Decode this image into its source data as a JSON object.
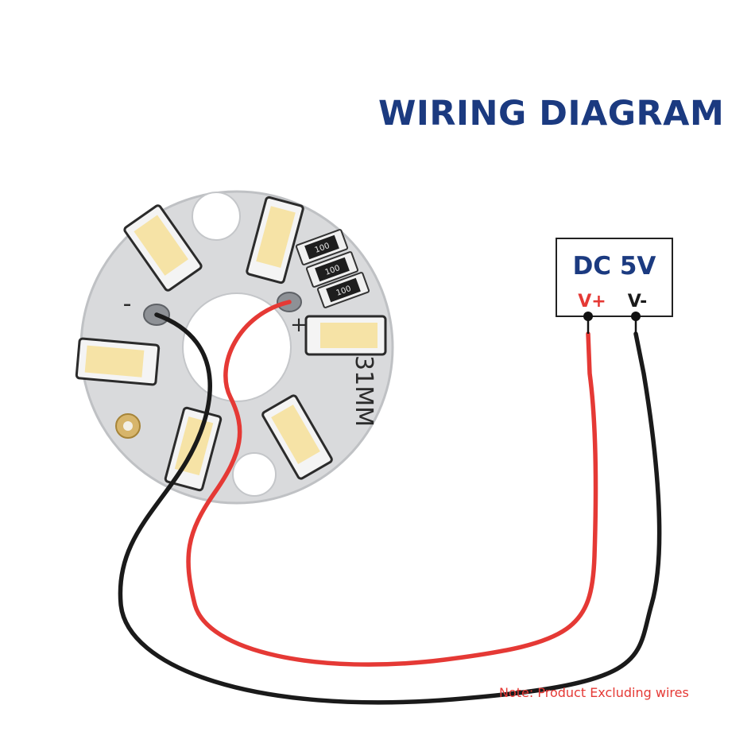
{
  "title": "WIRING DIAGRAM",
  "power_supply": {
    "label": "DC 5V",
    "positive": "V+",
    "negative": "V-"
  },
  "board": {
    "size_marking": "31MM",
    "pad_negative": "-",
    "pad_positive": "+",
    "resistor_labels": [
      "100",
      "100",
      "100"
    ],
    "led_count": 6
  },
  "note": "Note: Product Excluding wires",
  "colors": {
    "title": "#1b3a80",
    "positive_wire": "#e53935",
    "negative_wire": "#1a1a1a",
    "note": "#e53935"
  }
}
